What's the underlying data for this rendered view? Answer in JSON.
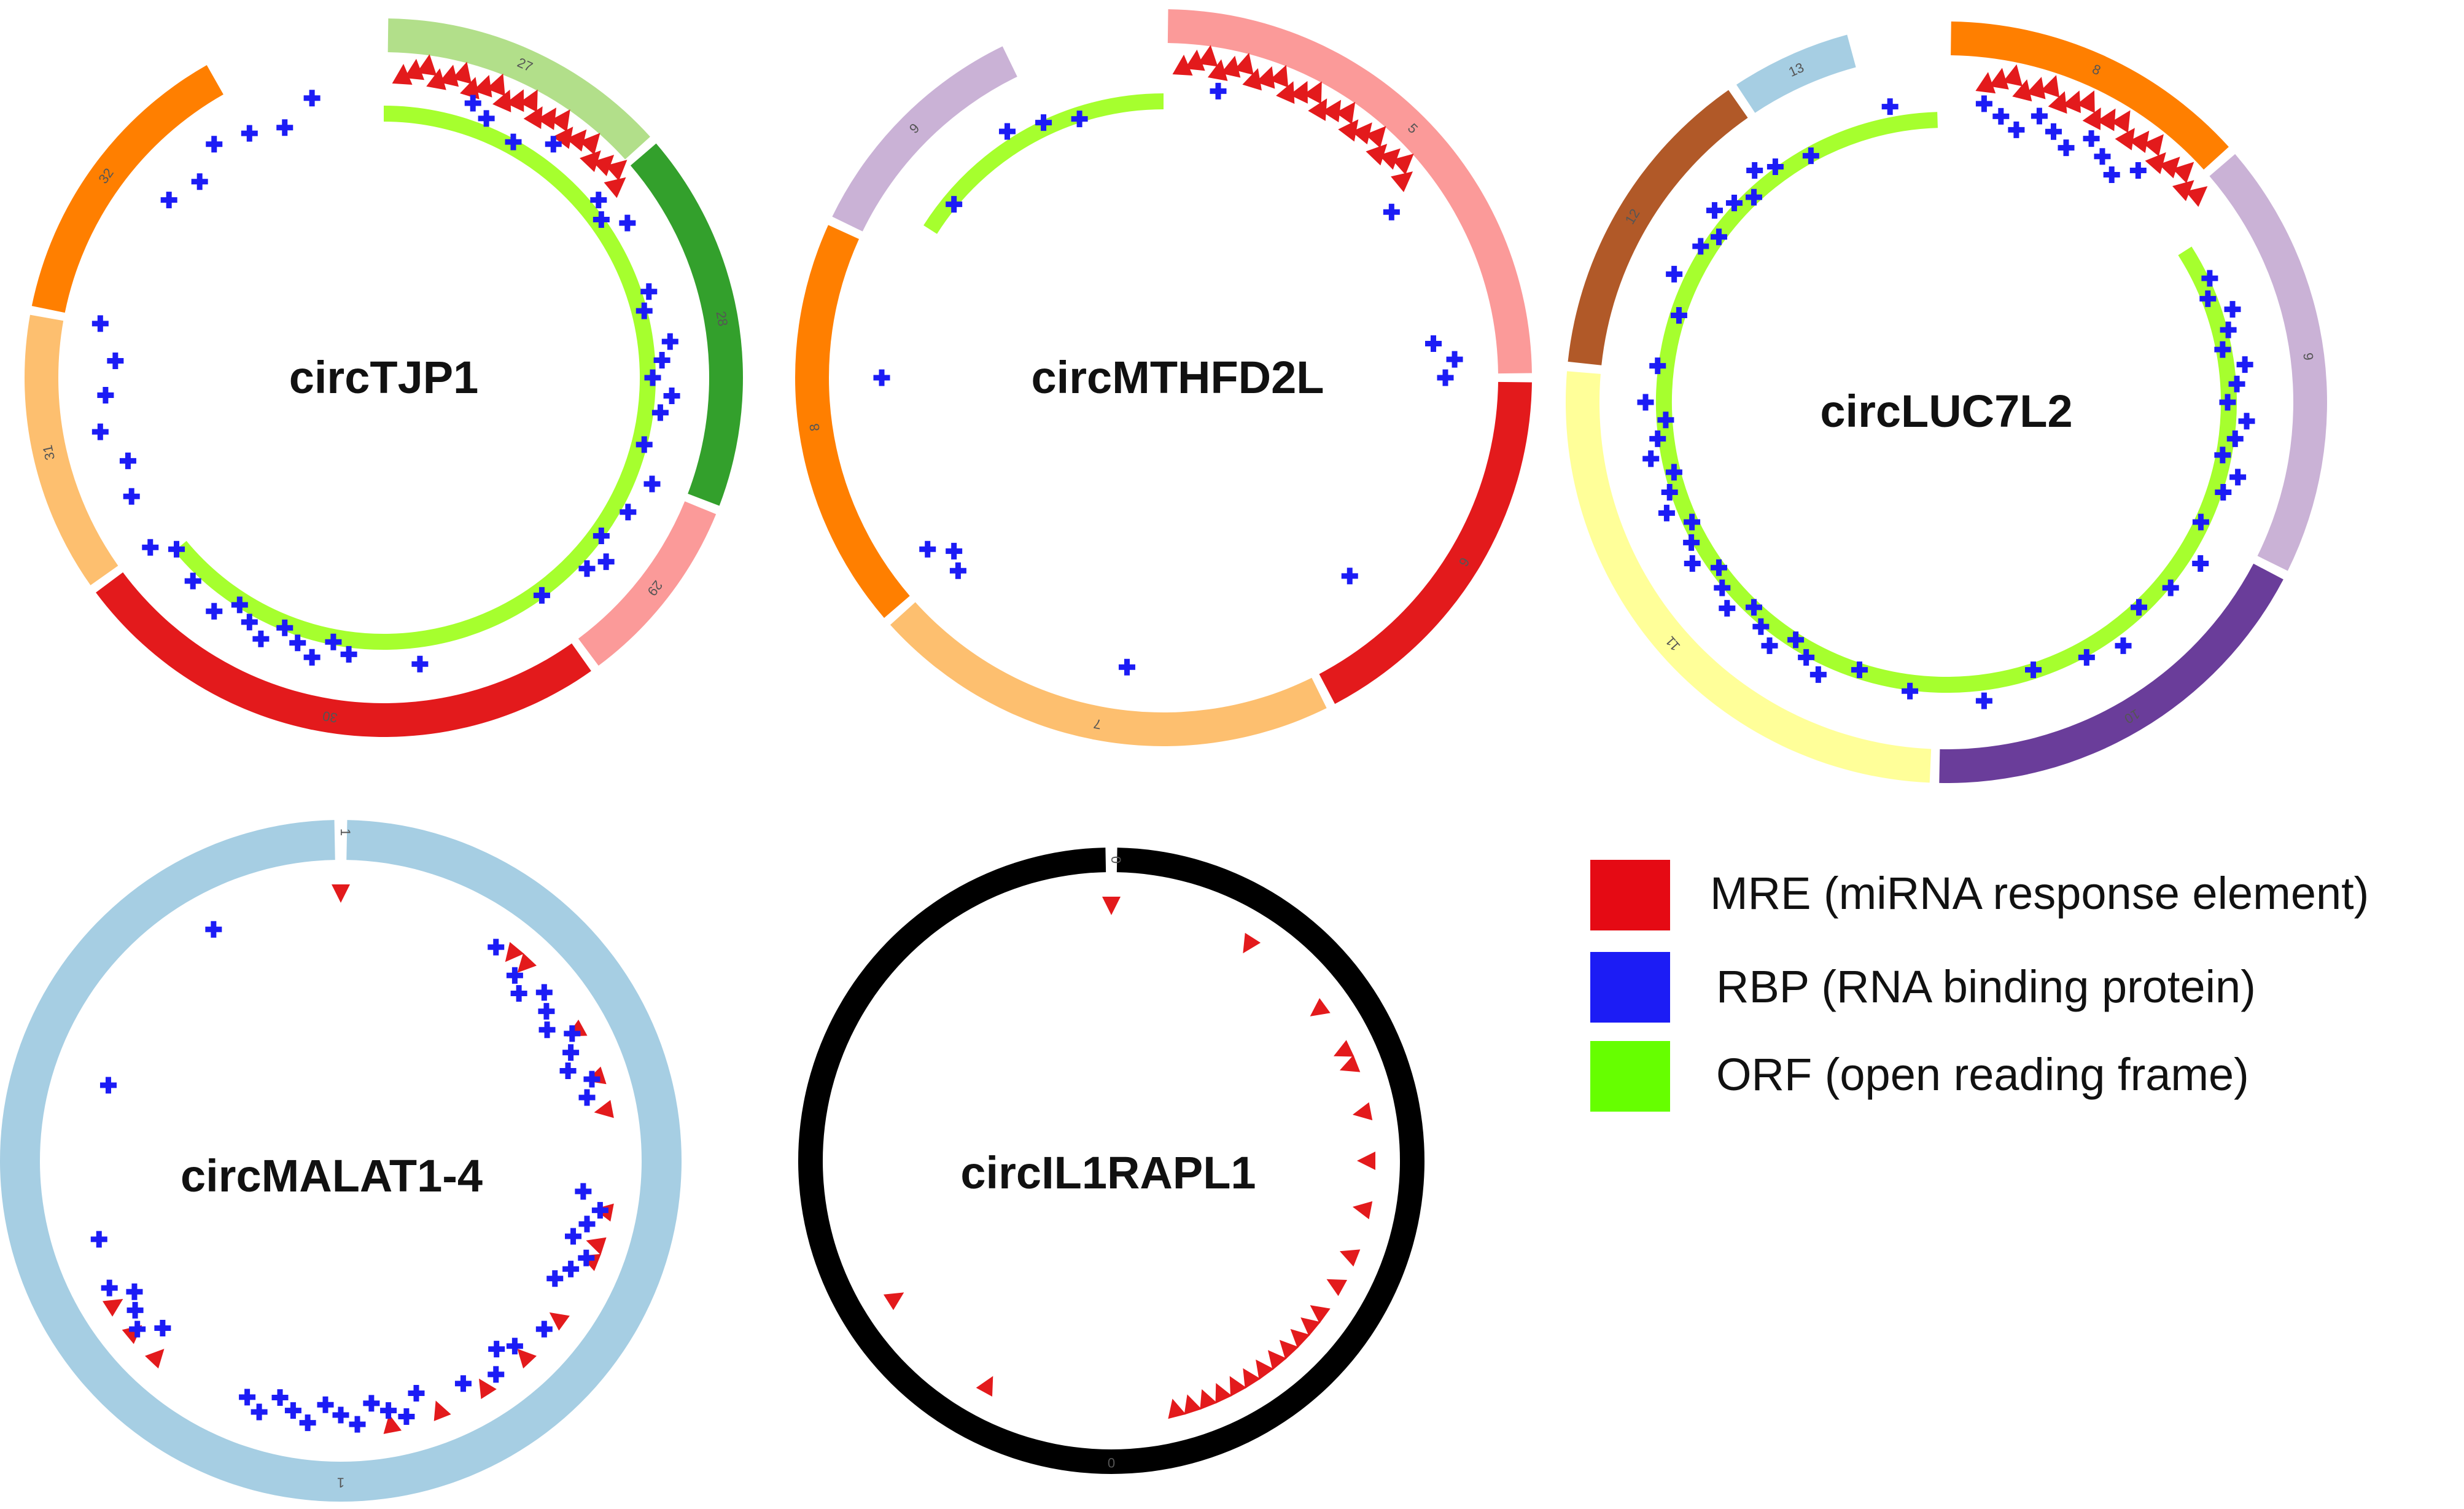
{
  "circles": [
    {
      "id": "circTJP1",
      "name": "circTJP1",
      "exons": [
        {
          "label": "27",
          "span": 0.135,
          "color": "#b2df8a"
        },
        {
          "label": "28",
          "span": 0.175,
          "color": "#33a02c"
        },
        {
          "label": "29",
          "span": 0.09,
          "color": "#fb9a99"
        },
        {
          "label": "30",
          "span": 0.25,
          "color": "#e31a1c"
        },
        {
          "label": "31",
          "span": 0.13,
          "color": "#fdbf6f"
        },
        {
          "label": "32",
          "span": 0.14,
          "color": "#ff7f00"
        }
      ],
      "orf": {
        "start": 0,
        "end": 0.64
      },
      "mre": [
        [
          0.01,
          0.14
        ]
      ],
      "rbp": [
        0.05,
        0.06,
        0.08,
        0.1,
        0.14,
        0.15,
        0.16,
        0.2,
        0.21,
        0.23,
        0.24,
        0.25,
        0.26,
        0.27,
        0.29,
        0.31,
        0.33,
        0.35,
        0.36,
        0.37,
        0.4,
        0.48,
        0.52,
        0.53,
        0.54,
        0.55,
        0.56,
        0.57,
        0.58,
        0.59,
        0.6,
        0.62,
        0.64,
        0.65,
        0.68,
        0.7,
        0.72,
        0.74,
        0.76,
        0.78,
        0.86,
        0.88,
        0.9,
        0.92,
        0.94,
        0.96
      ]
    },
    {
      "id": "circMTHFD2L",
      "name": "circMTHFD2L",
      "exons": [
        {
          "label": "5",
          "span": 0.25,
          "color": "#fb9a99"
        },
        {
          "label": "6",
          "span": 0.175,
          "color": "#e31a1c"
        },
        {
          "label": "7",
          "span": 0.21,
          "color": "#fdbf6f"
        },
        {
          "label": "8",
          "span": 0.185,
          "color": "#ff7f00"
        },
        {
          "label": "9",
          "span": 0.11,
          "color": "#cab2d6"
        }
      ],
      "orf": {
        "start": 0.84,
        "end": 1.0
      },
      "mre": [
        [
          0.01,
          0.14
        ]
      ],
      "rbp": [
        0.03,
        0.15,
        0.23,
        0.24,
        0.25,
        0.38,
        0.52,
        0.63,
        0.64,
        0.65,
        0.75,
        0.86,
        0.91,
        0.93,
        0.95
      ]
    },
    {
      "id": "circLUC7L2",
      "name": "circLUC7L2",
      "exons": [
        {
          "label": "8",
          "span": 0.135,
          "color": "#ff7f00"
        },
        {
          "label": "9",
          "span": 0.19,
          "color": "#cab2d6"
        },
        {
          "label": "10",
          "span": 0.18,
          "color": "#6a3d9a"
        },
        {
          "label": "11",
          "span": 0.26,
          "color": "#ffff99"
        },
        {
          "label": "12",
          "span": 0.14,
          "color": "#b15928"
        },
        {
          "label": "13",
          "span": 0.055,
          "color": "#a6cee3"
        }
      ],
      "orf": {
        "start": 0.16,
        "end": 0.995
      },
      "mre": [
        [
          0.02,
          0.14
        ]
      ],
      "rbp": [
        0.02,
        0.03,
        0.04,
        0.05,
        0.06,
        0.07,
        0.08,
        0.09,
        0.1,
        0.11,
        0.18,
        0.19,
        0.2,
        0.21,
        0.22,
        0.23,
        0.24,
        0.25,
        0.26,
        0.27,
        0.28,
        0.29,
        0.3,
        0.32,
        0.34,
        0.36,
        0.38,
        0.4,
        0.42,
        0.45,
        0.48,
        0.52,
        0.55,
        0.57,
        0.58,
        0.59,
        0.6,
        0.61,
        0.62,
        0.63,
        0.64,
        0.65,
        0.66,
        0.67,
        0.68,
        0.69,
        0.7,
        0.71,
        0.72,
        0.73,
        0.74,
        0.75,
        0.77,
        0.8,
        0.82,
        0.84,
        0.85,
        0.86,
        0.87,
        0.88,
        0.89,
        0.9,
        0.92,
        0.97
      ]
    },
    {
      "id": "circMALAT1-4",
      "name": "circMALAT1-4",
      "exons": [
        {
          "label": "1",
          "span": 1.0,
          "color": "#a6cee3"
        }
      ],
      "orf": null,
      "mre": [
        0.0,
        0.11,
        0.12,
        0.17,
        0.2,
        0.22,
        0.28,
        0.3,
        0.31,
        0.35,
        0.38,
        0.41,
        0.44,
        0.47,
        0.62,
        0.64,
        0.66
      ],
      "rbp": [
        0.1,
        0.12,
        0.13,
        0.14,
        0.15,
        0.16,
        0.17,
        0.18,
        0.19,
        0.2,
        0.21,
        0.27,
        0.28,
        0.29,
        0.3,
        0.31,
        0.32,
        0.33,
        0.36,
        0.38,
        0.39,
        0.4,
        0.42,
        0.45,
        0.46,
        0.47,
        0.48,
        0.49,
        0.5,
        0.51,
        0.52,
        0.53,
        0.54,
        0.55,
        0.56,
        0.63,
        0.64,
        0.65,
        0.66,
        0.67,
        0.7,
        0.8,
        0.92
      ]
    },
    {
      "id": "circIL1RAPL1",
      "name": "circIL1RAPL1",
      "exons": [
        {
          "label": "0",
          "span": 1.0,
          "color": "#000000"
        }
      ],
      "orf": null,
      "mre": [
        0.0,
        0.09,
        0.15,
        0.18,
        0.19,
        0.22,
        0.25,
        0.28,
        0.31,
        0.33,
        0.35,
        0.36,
        0.37,
        0.38,
        0.39,
        0.4,
        0.41,
        0.42,
        0.43,
        0.44,
        0.45,
        0.46,
        0.58,
        0.66
      ],
      "rbp": []
    }
  ],
  "legend": {
    "items": [
      {
        "color": "#e50a14",
        "label": "MRE (miRNA response element)"
      },
      {
        "color": "#1c1cf5",
        "label": "RBP (RNA binding protein)"
      },
      {
        "color": "#66ff00",
        "label": "ORF (open reading frame)"
      }
    ]
  },
  "colors": {
    "mre": "#e31a1c",
    "rbp": "#1c1cf5",
    "orf": "#a6ff2e"
  }
}
